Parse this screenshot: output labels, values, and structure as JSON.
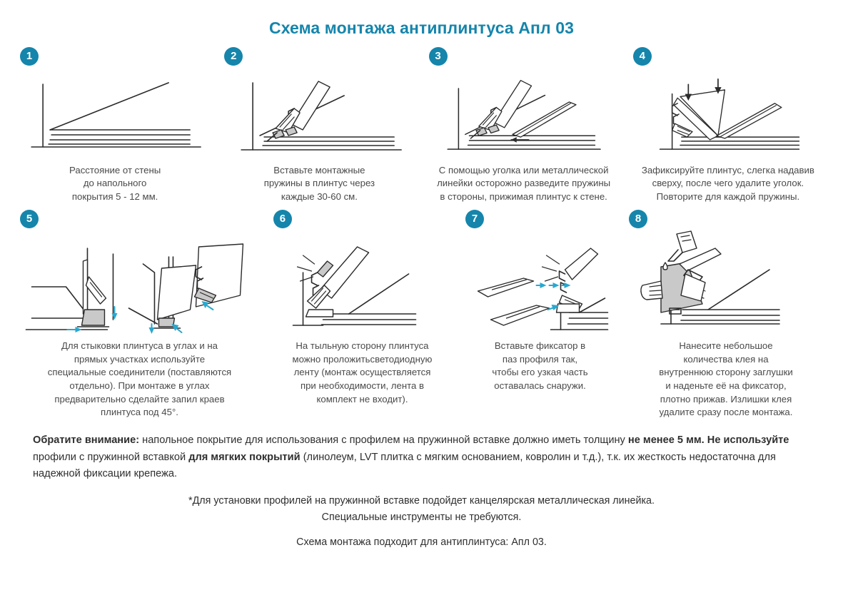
{
  "title": "Схема монтажа антиплинтуса Апл 03",
  "colors": {
    "accent": "#1585ab",
    "arrow_cyan": "#29a8cf",
    "line": "#2b2b2b",
    "fill_gray": "#c9c9c9",
    "text": "#3a3a3a"
  },
  "steps": [
    {
      "number": "1",
      "illustration": "wall-floor-gap-diagram",
      "caption": "Расстояние от стены\nдо напольного\nпокрытия 5 - 12 мм."
    },
    {
      "number": "2",
      "illustration": "insert-mounting-springs-diagram",
      "caption": "Вставьте монтажные\nпружины в плинтус через\nкаждые 30-60 см."
    },
    {
      "number": "3",
      "illustration": "spread-springs-with-ruler-diagram",
      "caption": "С помощью уголка или металлической\nлинейки осторожно разведите пружины\nв стороны, прижимая плинтус к стене."
    },
    {
      "number": "4",
      "illustration": "press-down-skirting-diagram",
      "caption": "Зафиксируйте плинтус, слегка надавив\nсверху, после чего удалите уголок.\nПовторите для каждой пружины."
    },
    {
      "number": "5",
      "illustration": "corner-connector-diagram",
      "caption": "Для стыковки плинтуса в углах и на\nпрямых участках используйте\nспециальные соединители (поставляются\nотдельно). При монтаже в углах\nпредварительно сделайте запил краев\nплинтуса под 45°."
    },
    {
      "number": "6",
      "illustration": "led-strip-diagram",
      "caption": "На тыльную сторону плинтуса\nможно проложитьсветодиодную\nленту (монтаж осуществляется\nпри необходимости, лента в\nкомплект не входит)."
    },
    {
      "number": "7",
      "illustration": "insert-fixator-diagram",
      "caption": "Вставьте фиксатор в\nпаз профиля так,\nчтобы его узкая часть\nоставалась снаружи."
    },
    {
      "number": "8",
      "illustration": "glue-end-cap-diagram",
      "caption": "Нанесите небольшое\nколичества клея на\nвнутреннюю сторону заглушки\nи наденьте её на фиксатор,\nплотно прижав. Излишки клея\nудалите сразу после монтажа."
    }
  ],
  "note": {
    "lead": "Обратите внимание:",
    "part1": " напольное покрытие для использования с профилем на пружинной вставке должно иметь толщину ",
    "bold1": "не менее 5 мм. Не используйте",
    "part2": " профили с пружинной вставкой ",
    "bold2": "для мягких покрытий",
    "part3": " (линолеум, LVT плитка с мягким основанием, ковролин и т.д.), т.к. их жесткость недостаточна для надежной фиксации крепежа."
  },
  "footnotes": [
    "*Для установки профилей на пружинной вставке подойдет канцелярская металлическая линейка.",
    "Специальные инструменты не требуются.",
    "Схема монтажа подходит для антиплинтуса:  Апл 03."
  ]
}
